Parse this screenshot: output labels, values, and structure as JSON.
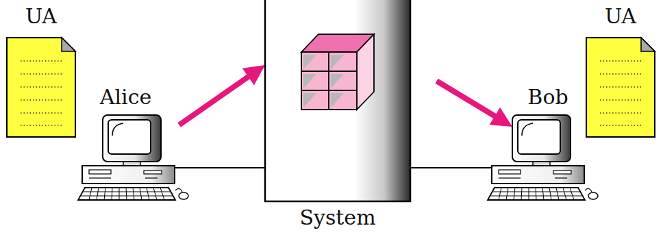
{
  "diagram": {
    "nodes": [
      {
        "text": [
          "UA"
        ]
      },
      {
        "text": [
          "Alice"
        ]
      },
      {
        "text": [
          "System"
        ]
      },
      {
        "text": [
          "Bob"
        ]
      },
      {
        "text": [
          "UA"
        ]
      }
    ],
    "edges": [
      {
        "from": 1,
        "to": 2,
        "arrow": "to"
      },
      {
        "from": 2,
        "to": 3,
        "arrow": "to"
      },
      {
        "from": 1,
        "to": 2,
        "arrow": "none"
      },
      {
        "from": 2,
        "to": 3,
        "arrow": "none"
      }
    ]
  }
}
